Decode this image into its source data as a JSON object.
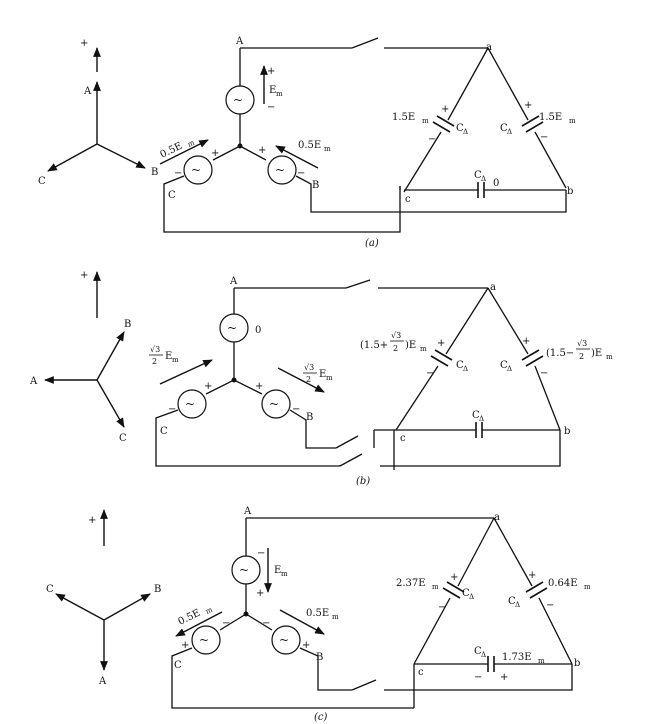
{
  "panels": [
    {
      "caption": "(a)",
      "phasors": {
        "plus": "+",
        "A": "A",
        "B": "B",
        "C": "C"
      },
      "sources": {
        "A": "A",
        "B": "B",
        "C": "C",
        "srcA_sign_top": "+",
        "srcA_sign_bot": "−",
        "emf_A": "E",
        "emf_A_sub": "m",
        "emf_C": "0.5E",
        "emf_C_sub": "m",
        "emf_B": "0.5E",
        "emf_B_sub": "m",
        "sign_C1": "+",
        "sign_C2": "−",
        "sign_B1": "+",
        "sign_B2": "−"
      },
      "delta": {
        "a": "a",
        "b": "b",
        "c": "c",
        "left_label": "1.5E",
        "left_sub": "m",
        "left_cap": "C",
        "left_cap_sub": "Δ",
        "right_label": "1.5E",
        "right_sub": "m",
        "right_cap": "C",
        "right_cap_sub": "Δ",
        "bottom_cap": "C",
        "bottom_cap_sub": "Δ",
        "bottom_label": "0",
        "sign_l1": "+",
        "sign_l2": "−",
        "sign_r1": "+",
        "sign_r2": "−"
      }
    },
    {
      "caption": "(b)",
      "phasors": {
        "plus": "+",
        "A": "A",
        "B": "B",
        "C": "C"
      },
      "sources": {
        "A": "A",
        "B": "B",
        "C": "C",
        "emf_A": "0",
        "emf_C_num": "√3",
        "emf_C_den": "2",
        "emf_C": "E",
        "emf_C_sub": "m",
        "emf_B_num": "√3",
        "emf_B_den": "2",
        "emf_B": "E",
        "emf_B_sub": "m",
        "sign_C1": "+",
        "sign_C2": "−",
        "sign_B1": "+",
        "sign_B2": "−"
      },
      "delta": {
        "a": "a",
        "b": "b",
        "c": "c",
        "left_pre": "(1.5+",
        "left_num": "√3",
        "left_den": "2",
        "left_post": ")E",
        "left_sub": "m",
        "left_cap": "C",
        "left_cap_sub": "Δ",
        "right_pre": "(1.5−",
        "right_num": "√3",
        "right_den": "2",
        "right_post": ")E",
        "right_sub": "m",
        "right_cap": "C",
        "right_cap_sub": "Δ",
        "bottom_cap": "C",
        "bottom_cap_sub": "Δ",
        "sign_l1": "+",
        "sign_l2": "−",
        "sign_r1": "+",
        "sign_r2": "−"
      }
    },
    {
      "caption": "(c)",
      "phasors": {
        "plus": "+",
        "A": "A",
        "B": "B",
        "C": "C"
      },
      "sources": {
        "A": "A",
        "B": "B",
        "C": "C",
        "srcA_sign_top": "−",
        "srcA_sign_bot": "+",
        "emf_A": "E",
        "emf_A_sub": "m",
        "emf_C": "0.5E",
        "emf_C_sub": "m",
        "emf_B": "0.5E",
        "emf_B_sub": "m",
        "sign_C1": "+",
        "sign_C2": "−",
        "sign_B1": "+",
        "sign_B2": "−"
      },
      "delta": {
        "a": "a",
        "b": "b",
        "c": "c",
        "left_label": "2.37E",
        "left_sub": "m",
        "left_cap": "C",
        "left_cap_sub": "Δ",
        "right_label": "0.64E",
        "right_sub": "m",
        "right_cap": "C",
        "right_cap_sub": "Δ",
        "bottom_cap": "C",
        "bottom_cap_sub": "Δ",
        "bottom_label": "1.73E",
        "bottom_sub": "m",
        "sign_l1": "+",
        "sign_l2": "−",
        "sign_r1": "+",
        "sign_r2": "−",
        "sign_b1": "−",
        "sign_b2": "+"
      }
    }
  ]
}
